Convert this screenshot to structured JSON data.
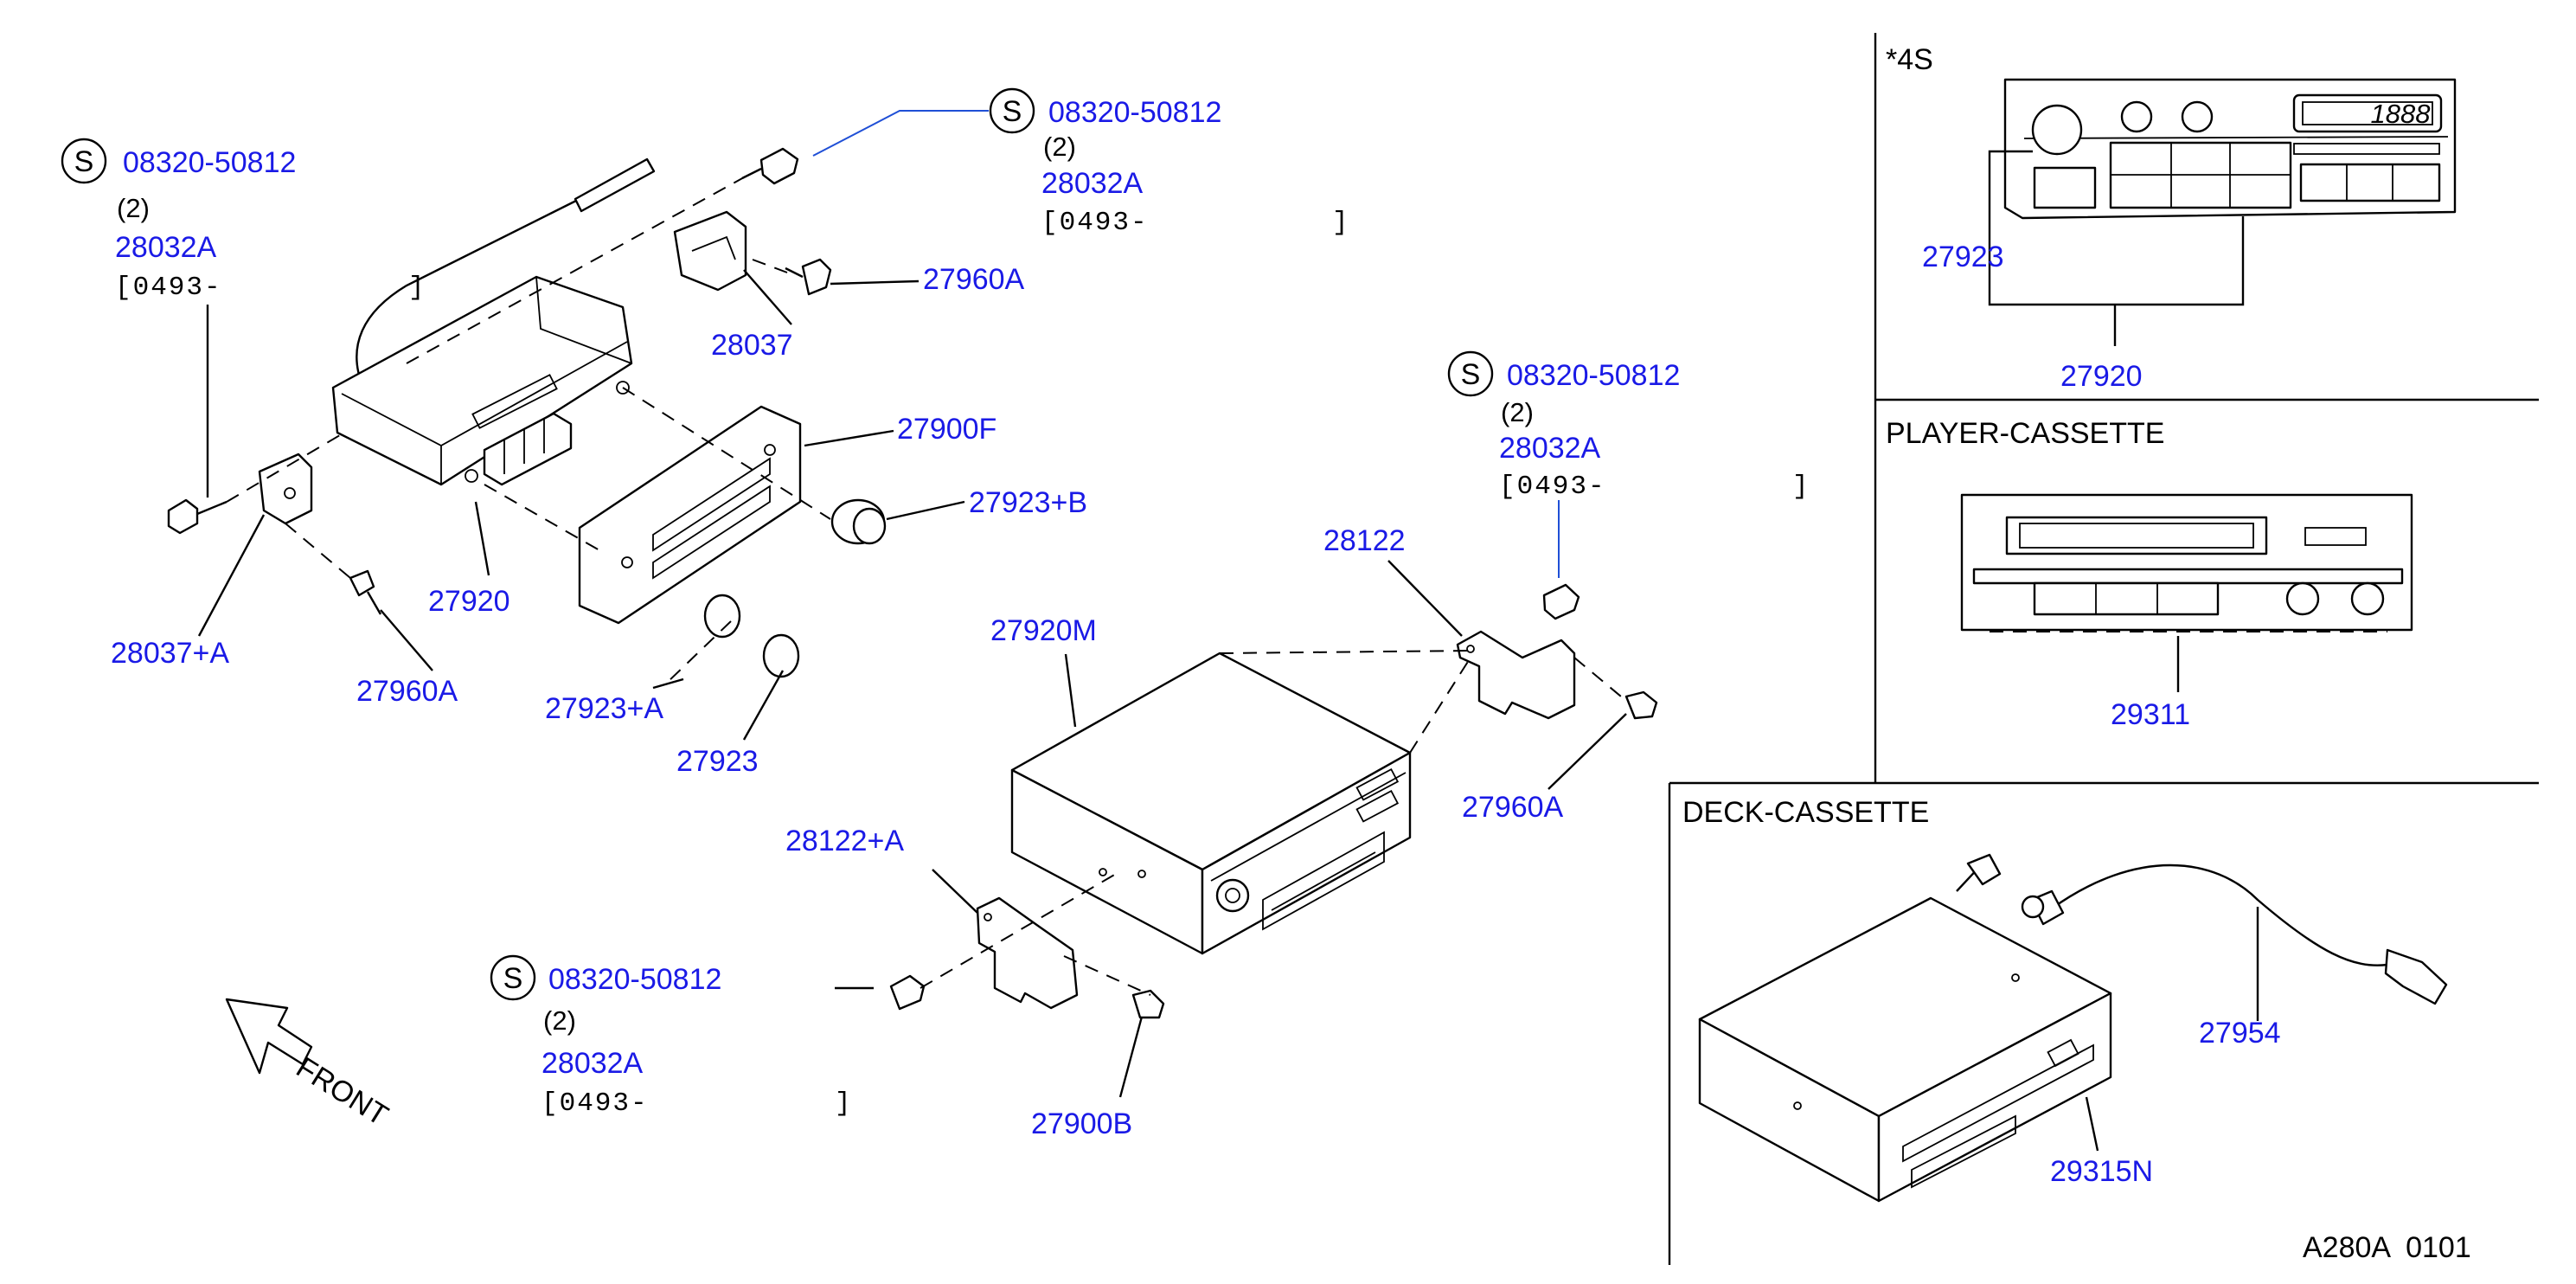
{
  "labels": {
    "l_27960a_top": "27960A",
    "l_28037": "28037",
    "l_27900f": "27900F",
    "l_27923b": "27923+B",
    "l_27920_main": "27920",
    "l_28037a": "28037+A",
    "l_27960a_left": "27960A",
    "l_27923a": "27923+A",
    "l_27923_main": "27923",
    "l_27920m": "27920M",
    "l_28122": "28122",
    "l_27960a_right": "27960A",
    "l_28122a": "28122+A",
    "l_27900b": "27900B",
    "l_27923_4s": "27923",
    "l_27920_4s": "27920",
    "l_29311": "29311",
    "l_27954": "27954",
    "l_29315n": "29315N"
  },
  "callouts": [
    {
      "symbol": "S",
      "part_no": "08320-50812",
      "qty": "(2)",
      "ref": "28032A",
      "date": "[0493-",
      "close": "]"
    },
    {
      "symbol": "S",
      "part_no": "08320-50812",
      "qty": "(2)",
      "ref": "28032A",
      "date": "[0493-",
      "close": "]"
    },
    {
      "symbol": "S",
      "part_no": "08320-50812",
      "qty": "(2)",
      "ref": "28032A",
      "date": "[0493-",
      "close": "]"
    },
    {
      "symbol": "S",
      "part_no": "08320-50812",
      "qty": "(2)",
      "ref": "28032A",
      "date": "[0493-",
      "close": "]"
    }
  ],
  "panels": {
    "four_s": "*4S",
    "player": "PLAYER-CASSETTE",
    "deck": "DECK-CASSETTE"
  },
  "front_label": "FRONT",
  "display_digits": "1888",
  "footer": "A280A  0101"
}
